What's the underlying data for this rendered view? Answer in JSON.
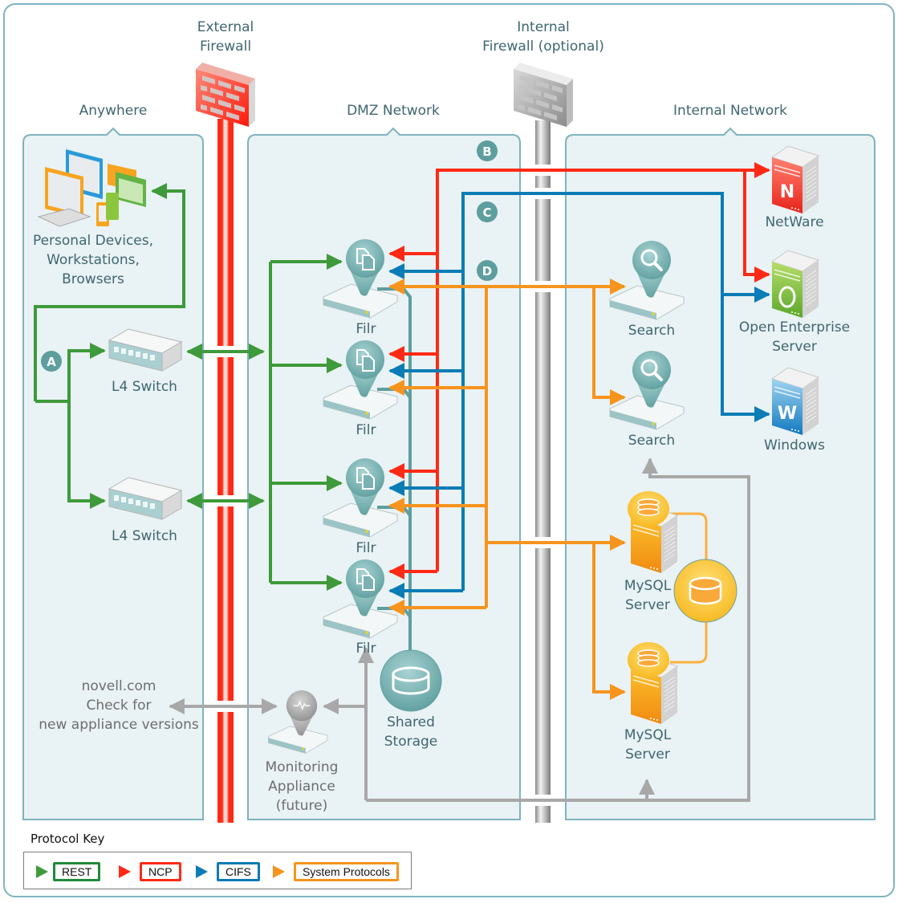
{
  "colors": {
    "rest": "#3e9a3a",
    "ncp": "#ff2a16",
    "cifs": "#0a7cb6",
    "system": "#f7941d",
    "monitor": "#a8a8a8",
    "zone_border": "#7fb3bf",
    "zone_fill": "#e9f2f4",
    "teal": "#5e9e9e",
    "label": "#3f6670"
  },
  "firewalls": {
    "external": {
      "label": "External\nFirewall"
    },
    "internal": {
      "label": "Internal\nFirewall (optional)"
    }
  },
  "zones": [
    {
      "id": "anywhere",
      "label": "Anywhere"
    },
    {
      "id": "dmz",
      "label": "DMZ Network"
    },
    {
      "id": "internal",
      "label": "Internal Network"
    }
  ],
  "markers": [
    "A",
    "B",
    "C",
    "D"
  ],
  "nodes": {
    "devices": "Personal Devices,\nWorkstations,\nBrowsers",
    "l4_switch_1": "L4 Switch",
    "l4_switch_2": "L4 Switch",
    "filr_1": "Filr",
    "filr_2": "Filr",
    "filr_3": "Filr",
    "filr_4": "Filr",
    "shared_storage": "Shared\nStorage",
    "monitoring": "Monitoring\nAppliance\n(future)",
    "novell": "novell.com\nCheck for\nnew appliance versions",
    "search_1": "Search",
    "search_2": "Search",
    "netware": "NetWare",
    "oes": "Open Enterprise\nServer",
    "windows": "Windows",
    "mysql_1": "MySQL\nServer",
    "mysql_2": "MySQL\nServer"
  },
  "protocol_key": {
    "title": "Protocol Key",
    "items": [
      {
        "label": "REST",
        "color": "#3e9a3a",
        "border": "#1f8a3a"
      },
      {
        "label": "NCP",
        "color": "#ff2a16",
        "border": "#ff2a16"
      },
      {
        "label": "CIFS",
        "color": "#0a7cb6",
        "border": "#0a7cb6"
      },
      {
        "label": "System Protocols",
        "color": "#f7941d",
        "border": "#f7941d"
      }
    ]
  }
}
